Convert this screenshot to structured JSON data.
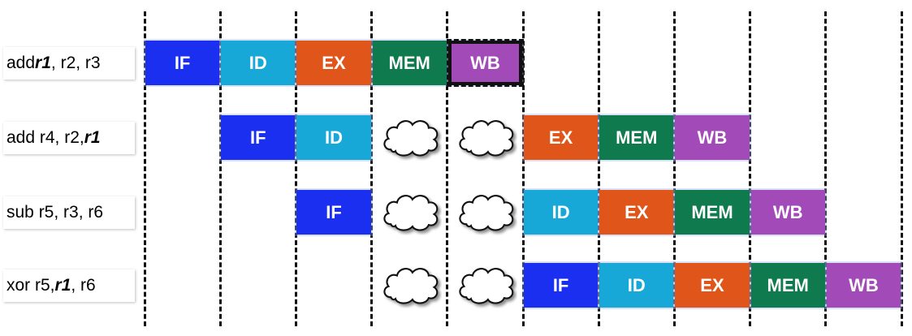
{
  "colors": {
    "IF": "#1a2ff0",
    "ID": "#18a8d8",
    "EX": "#e0561a",
    "MEM": "#0f7a4e",
    "WB": "#a24ab8"
  },
  "instructions": [
    {
      "parts": [
        {
          "text": "add "
        },
        {
          "text": "r1",
          "hl": true
        },
        {
          "text": ", r2, r3"
        }
      ],
      "stages": [
        {
          "label": "IF",
          "kind": "IF"
        },
        {
          "label": "ID",
          "kind": "ID"
        },
        {
          "label": "EX",
          "kind": "EX"
        },
        {
          "label": "MEM",
          "kind": "MEM"
        },
        {
          "label": "WB",
          "kind": "WB",
          "highlight": true
        }
      ]
    },
    {
      "parts": [
        {
          "text": "add r4, r2, "
        },
        {
          "text": "r1",
          "hl": true
        }
      ],
      "stages": [
        {
          "label": "IF",
          "kind": "IF"
        },
        {
          "label": "ID",
          "kind": "ID"
        },
        {
          "kind": "stall"
        },
        {
          "kind": "stall"
        },
        {
          "label": "EX",
          "kind": "EX"
        },
        {
          "label": "MEM",
          "kind": "MEM"
        },
        {
          "label": "WB",
          "kind": "WB"
        }
      ]
    },
    {
      "parts": [
        {
          "text": "sub r5, r3, r6"
        }
      ],
      "stages": [
        {
          "label": "IF",
          "kind": "IF"
        },
        {
          "kind": "stall"
        },
        {
          "kind": "stall"
        },
        {
          "label": "ID",
          "kind": "ID"
        },
        {
          "label": "EX",
          "kind": "EX"
        },
        {
          "label": "MEM",
          "kind": "MEM"
        },
        {
          "label": "WB",
          "kind": "WB"
        }
      ]
    },
    {
      "parts": [
        {
          "text": "xor r5, "
        },
        {
          "text": "r1",
          "hl": true
        },
        {
          "text": ", r6"
        }
      ],
      "stages": [
        {
          "kind": "stall"
        },
        {
          "kind": "stall"
        },
        {
          "label": "IF",
          "kind": "IF"
        },
        {
          "label": "ID",
          "kind": "ID"
        },
        {
          "label": "EX",
          "kind": "EX"
        },
        {
          "label": "MEM",
          "kind": "MEM"
        },
        {
          "label": "WB",
          "kind": "WB"
        }
      ]
    }
  ]
}
